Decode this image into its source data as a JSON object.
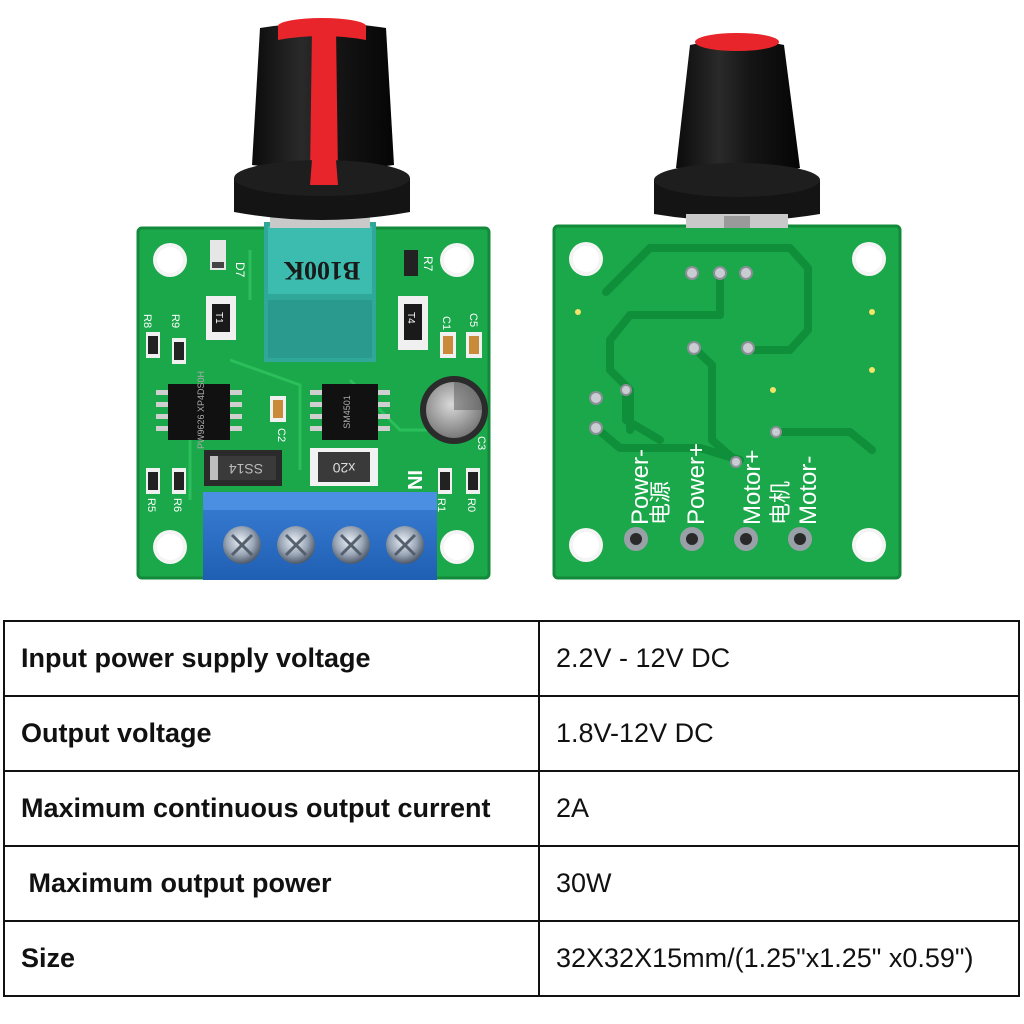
{
  "front_board": {
    "pot_label": "B100K",
    "ic_left": "PW9626 XP4DS0H",
    "ic_right": "SM4501",
    "diode_label": "SS14",
    "fuse_label": "x20",
    "in_label": "IN",
    "components": [
      "D7",
      "R7",
      "T1",
      "T4",
      "C1",
      "C5",
      "R8",
      "R9",
      "C2",
      "C3",
      "R5",
      "R6",
      "R1",
      "R0"
    ]
  },
  "back_board": {
    "terminals": [
      {
        "en": "Power-",
        "cn": "电源"
      },
      {
        "en": "Power+",
        "cn": ""
      },
      {
        "en": "Motor+",
        "cn": "电机"
      },
      {
        "en": "Motor-",
        "cn": ""
      }
    ]
  },
  "specs": [
    {
      "label": "Input power supply voltage",
      "value": "2.2V - 12V DC"
    },
    {
      "label": "Output voltage",
      "value": "1.8V-12V DC"
    },
    {
      "label": "Maximum continuous output current",
      "value": "2A"
    },
    {
      "label": " Maximum output power",
      "value": "30W"
    },
    {
      "label": "Size",
      "value": "32X32X15mm/(1.25\"x1.25\" x0.59\")"
    }
  ]
}
